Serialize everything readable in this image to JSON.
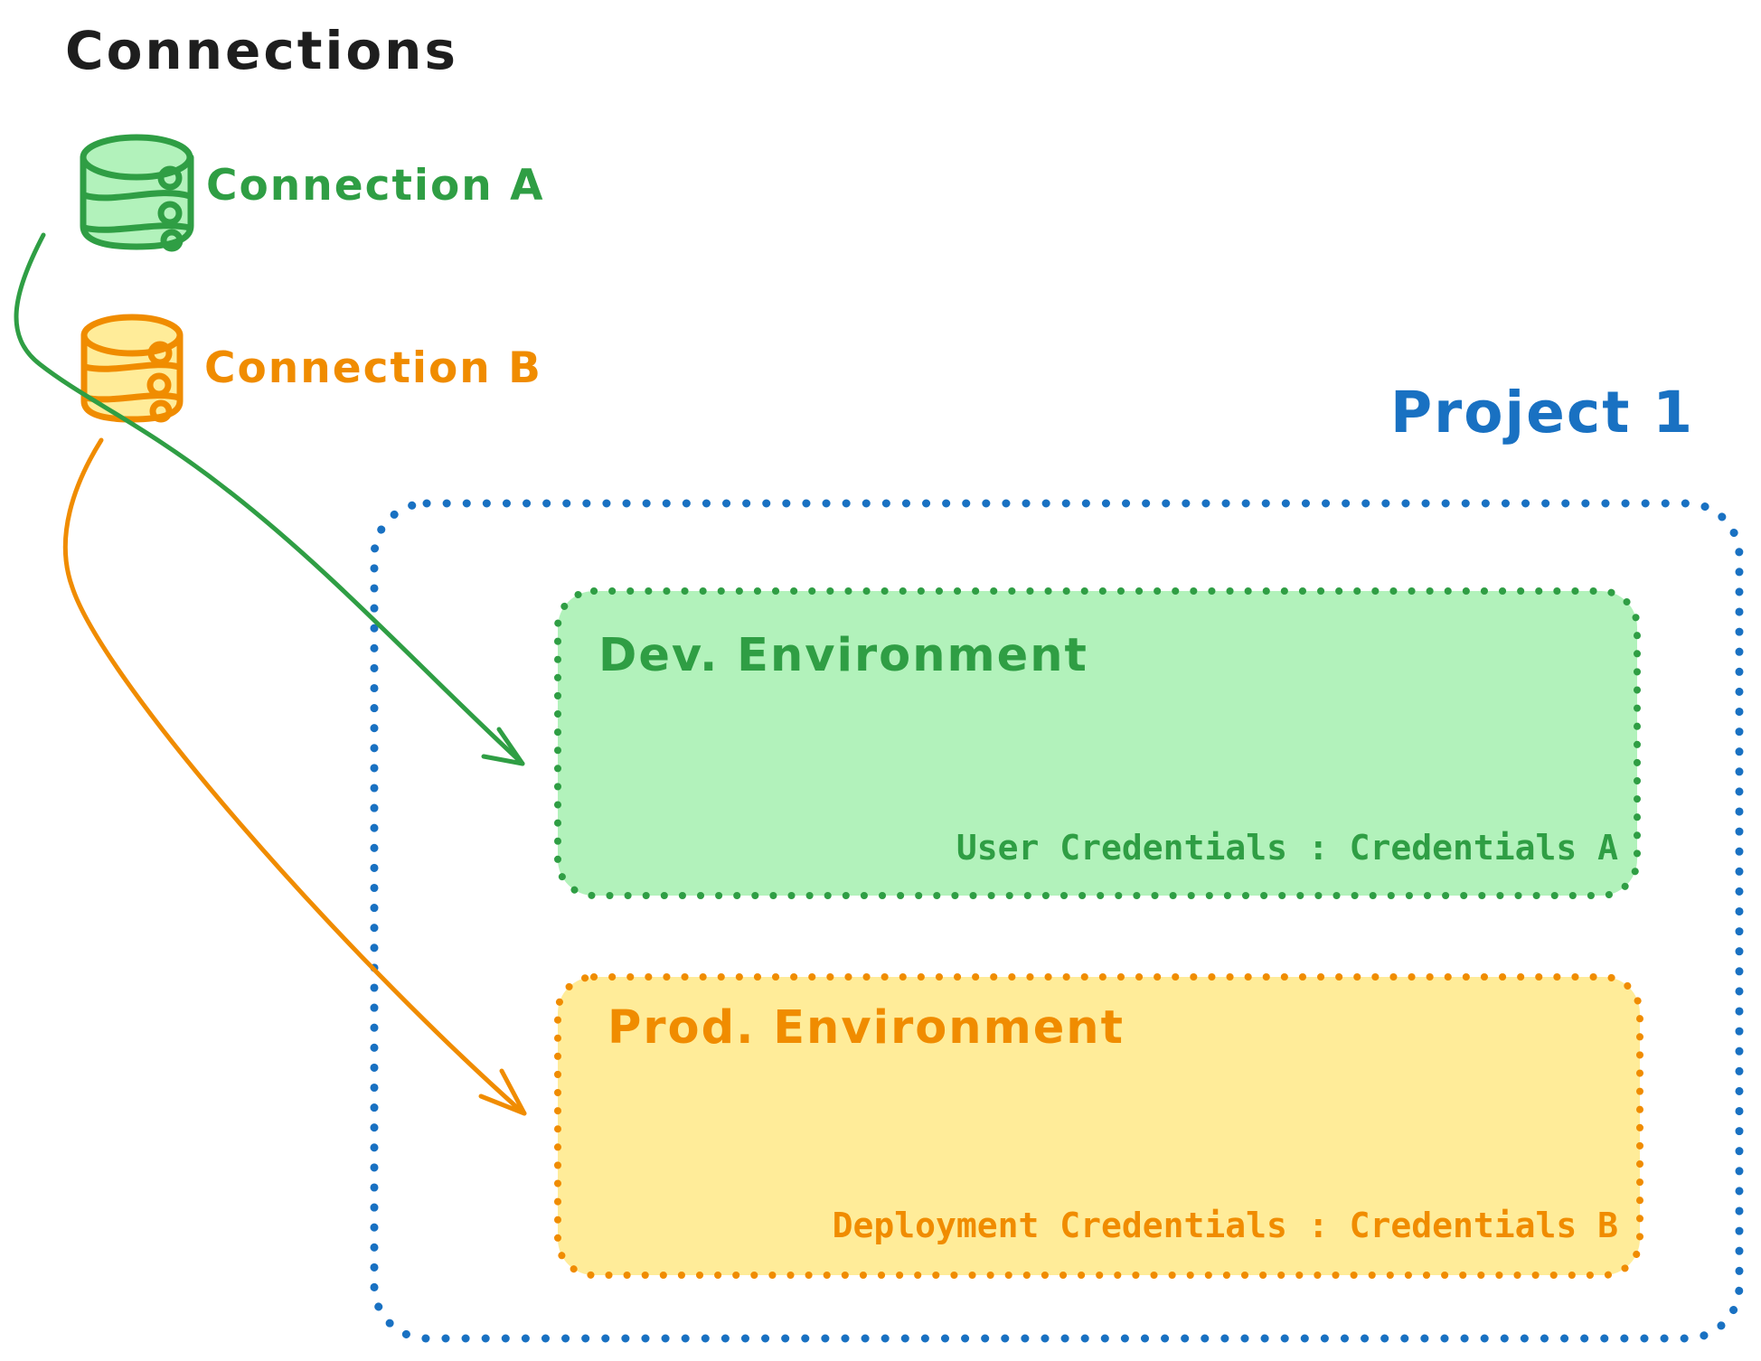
{
  "title": "Connections",
  "colors": {
    "text_black": "#1e1e1e",
    "green": "#2f9e44",
    "green_fill": "#b2f2bb",
    "orange": "#f08c00",
    "orange_fill": "#ffec99",
    "blue": "#1971c2"
  },
  "connections": [
    {
      "label": "Connection A",
      "icon": "database-icon",
      "color": "#2f9e44"
    },
    {
      "label": "Connection B",
      "icon": "database-icon",
      "color": "#f08c00"
    }
  ],
  "project": {
    "label": "Project 1",
    "environments": [
      {
        "title": "Dev. Environment",
        "credentials": "User Credentials : Credentials A"
      },
      {
        "title": "Prod. Environment",
        "credentials": "Deployment Credentials : Credentials B"
      }
    ]
  },
  "arrows": [
    {
      "name": "connection-a-to-dev-environment",
      "color": "#2f9e44"
    },
    {
      "name": "connection-b-to-prod-environment",
      "color": "#f08c00"
    }
  ]
}
